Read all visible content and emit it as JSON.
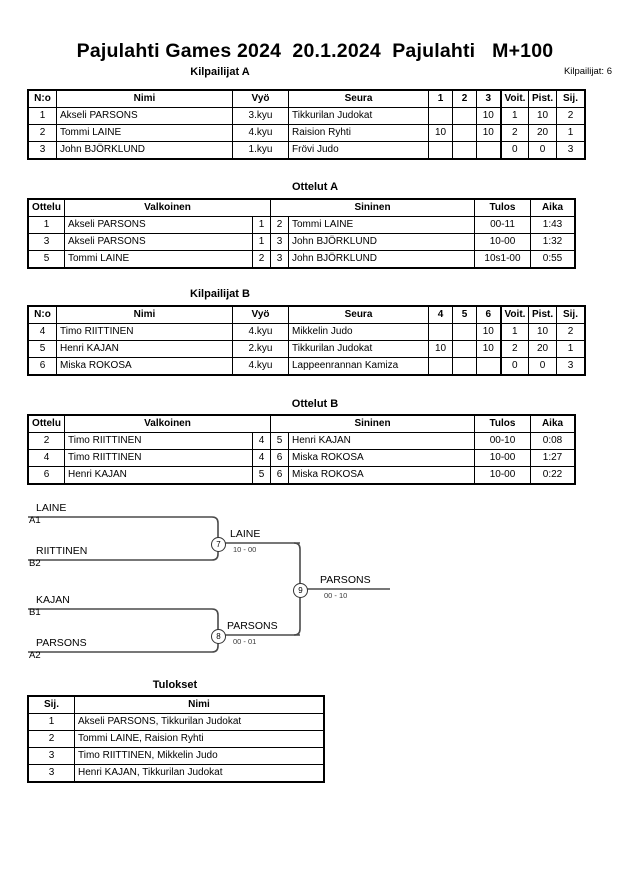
{
  "header": {
    "title": "Pajulahti Games 2024  20.1.2024  Pajulahti   M+100",
    "entrant_count": "Kilpailijat: 6"
  },
  "captions": {
    "pool_a": "Kilpailijat A",
    "matches_a": "Ottelut A",
    "pool_b": "Kilpailijat B",
    "matches_b": "Ottelut B",
    "results": "Tulokset"
  },
  "pool_headers": {
    "no": "N:o",
    "name": "Nimi",
    "belt": "Vyö",
    "club": "Seura",
    "wins": "Voit.",
    "points": "Pist.",
    "rank": "Sij."
  },
  "pool_a": {
    "opponent_cols": [
      "1",
      "2",
      "3"
    ],
    "rows": [
      {
        "no": "1",
        "name": "Akseli PARSONS",
        "belt": "3.kyu",
        "club": "Tikkurilan Judokat",
        "cells": [
          "",
          "",
          "10"
        ],
        "wins": "1",
        "points": "10",
        "rank": "2"
      },
      {
        "no": "2",
        "name": "Tommi LAINE",
        "belt": "4.kyu",
        "club": "Raision Ryhti",
        "cells": [
          "10",
          "",
          "10"
        ],
        "wins": "2",
        "points": "20",
        "rank": "1"
      },
      {
        "no": "3",
        "name": "John BJÖRKLUND",
        "belt": "1.kyu",
        "club": "Frövi Judo",
        "cells": [
          "",
          "",
          ""
        ],
        "wins": "0",
        "points": "0",
        "rank": "3"
      }
    ]
  },
  "pool_b": {
    "opponent_cols": [
      "4",
      "5",
      "6"
    ],
    "rows": [
      {
        "no": "4",
        "name": "Timo RIITTINEN",
        "belt": "4.kyu",
        "club": "Mikkelin Judo",
        "cells": [
          "",
          "",
          "10"
        ],
        "wins": "1",
        "points": "10",
        "rank": "2"
      },
      {
        "no": "5",
        "name": "Henri KAJAN",
        "belt": "2.kyu",
        "club": "Tikkurilan Judokat",
        "cells": [
          "10",
          "",
          "10"
        ],
        "wins": "2",
        "points": "20",
        "rank": "1"
      },
      {
        "no": "6",
        "name": "Miska ROKOSA",
        "belt": "4.kyu",
        "club": "Lappeenrannan Kamiza",
        "cells": [
          "",
          "",
          ""
        ],
        "wins": "0",
        "points": "0",
        "rank": "3"
      }
    ]
  },
  "match_headers": {
    "match": "Ottelu",
    "white": "Valkoinen",
    "blue": "Sininen",
    "result": "Tulos",
    "time": "Aika"
  },
  "matches_a": [
    {
      "no": "1",
      "white": "Akseli PARSONS",
      "white_no": "1",
      "blue_no": "2",
      "blue": "Tommi LAINE",
      "result": "00-11",
      "time": "1:43"
    },
    {
      "no": "3",
      "white": "Akseli PARSONS",
      "white_no": "1",
      "blue_no": "3",
      "blue": "John BJÖRKLUND",
      "result": "10-00",
      "time": "1:32"
    },
    {
      "no": "5",
      "white": "Tommi LAINE",
      "white_no": "2",
      "blue_no": "3",
      "blue": "John BJÖRKLUND",
      "result": "10s1-00",
      "time": "0:55"
    }
  ],
  "matches_b": [
    {
      "no": "2",
      "white": "Timo RIITTINEN",
      "white_no": "4",
      "blue_no": "5",
      "blue": "Henri KAJAN",
      "result": "00-10",
      "time": "0:08"
    },
    {
      "no": "4",
      "white": "Timo RIITTINEN",
      "white_no": "4",
      "blue_no": "6",
      "blue": "Miska ROKOSA",
      "result": "10-00",
      "time": "1:27"
    },
    {
      "no": "6",
      "white": "Henri KAJAN",
      "white_no": "5",
      "blue_no": "6",
      "blue": "Miska ROKOSA",
      "result": "10-00",
      "time": "0:22"
    }
  ],
  "bracket": {
    "entrants": [
      {
        "name": "LAINE",
        "seed": "A1"
      },
      {
        "name": "RIITTINEN",
        "seed": "B2"
      },
      {
        "name": "KAJAN",
        "seed": "B1"
      },
      {
        "name": "PARSONS",
        "seed": "A2"
      }
    ],
    "nodes": [
      {
        "number": "7",
        "winner": "LAINE",
        "score": "10 - 00"
      },
      {
        "number": "8",
        "winner": "PARSONS",
        "score": "00 - 01"
      },
      {
        "number": "9",
        "winner": "PARSONS",
        "score": "00 - 10"
      }
    ]
  },
  "results_headers": {
    "rank": "Sij.",
    "name": "Nimi"
  },
  "results": [
    {
      "rank": "1",
      "name": "Akseli PARSONS, Tikkurilan Judokat"
    },
    {
      "rank": "2",
      "name": "Tommi LAINE, Raision Ryhti"
    },
    {
      "rank": "3",
      "name": "Timo RIITTINEN, Mikkelin Judo"
    },
    {
      "rank": "3",
      "name": "Henri KAJAN, Tikkurilan Judokat"
    }
  ]
}
